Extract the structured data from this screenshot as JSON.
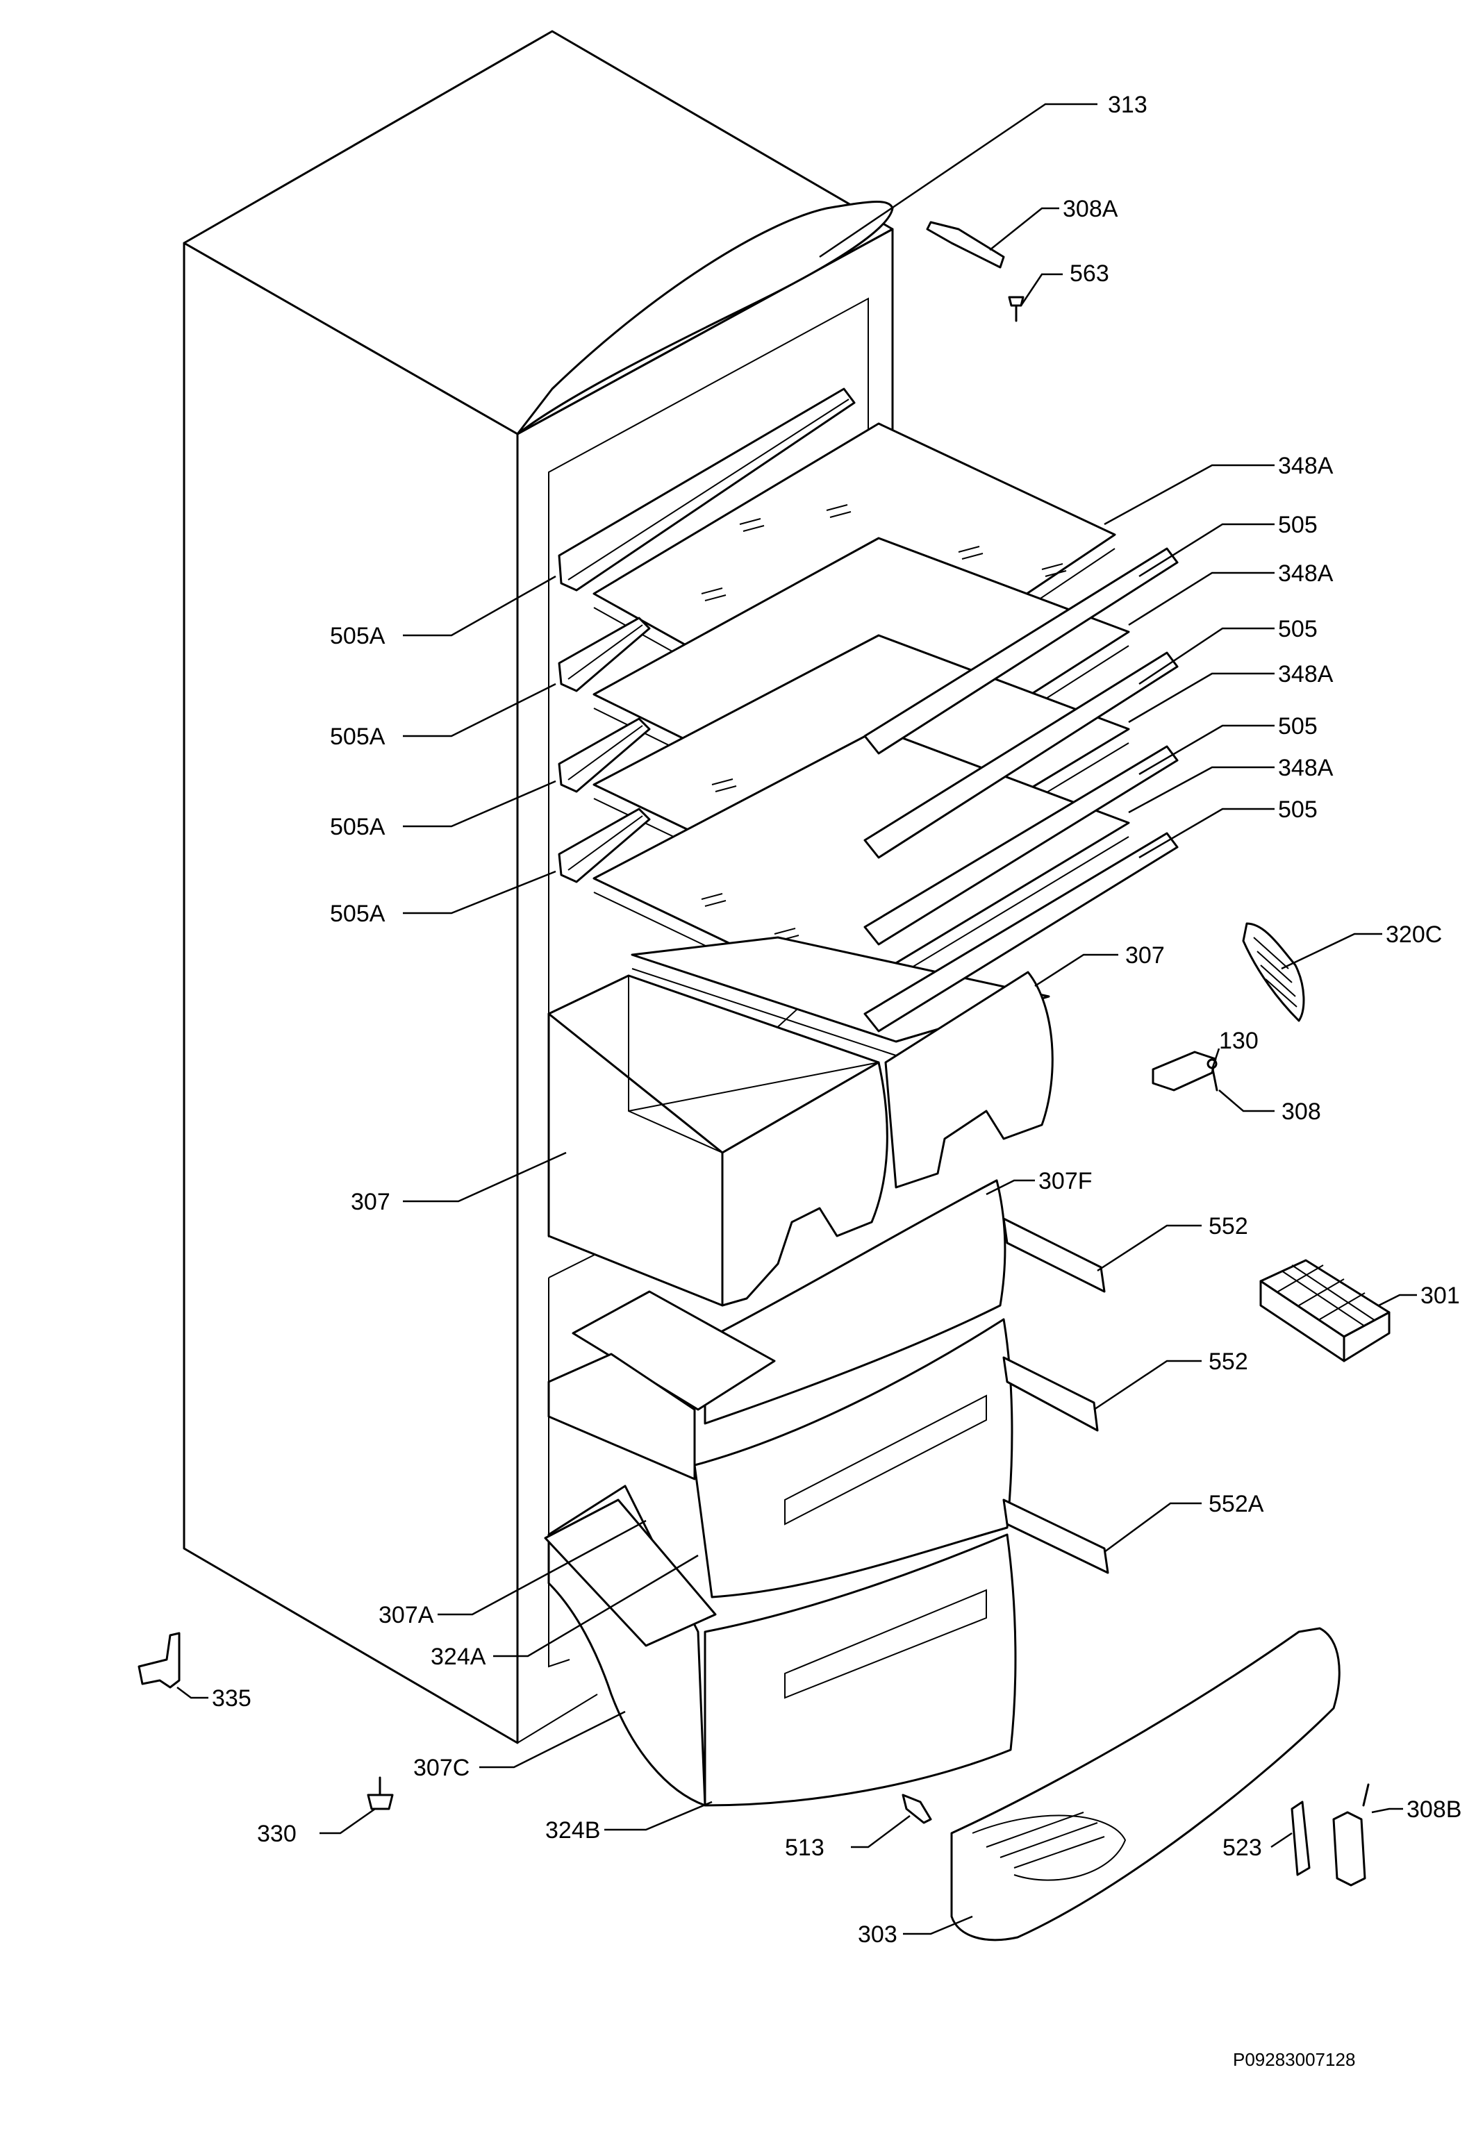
{
  "labels": {
    "l313": "313",
    "l308A": "308A",
    "l563": "563",
    "l348A_1": "348A",
    "l505_1": "505",
    "l348A_2": "348A",
    "l505_2": "505",
    "l348A_3": "348A",
    "l505_3": "505",
    "l348A_4": "348A",
    "l505_4": "505",
    "l505A_1": "505A",
    "l505A_2": "505A",
    "l505A_3": "505A",
    "l505A_4": "505A",
    "l320C": "320C",
    "l307_r": "307",
    "l130": "130",
    "l308": "308",
    "l307_l": "307",
    "l307F": "307F",
    "l552_1": "552",
    "l301": "301",
    "l552_2": "552",
    "l552A": "552A",
    "l307A": "307A",
    "l324A": "324A",
    "l335": "335",
    "l307C": "307C",
    "l330": "330",
    "l324B": "324B",
    "l513": "513",
    "l523": "523",
    "l308B": "308B",
    "l303": "303"
  },
  "reference_code": "P09283007128"
}
